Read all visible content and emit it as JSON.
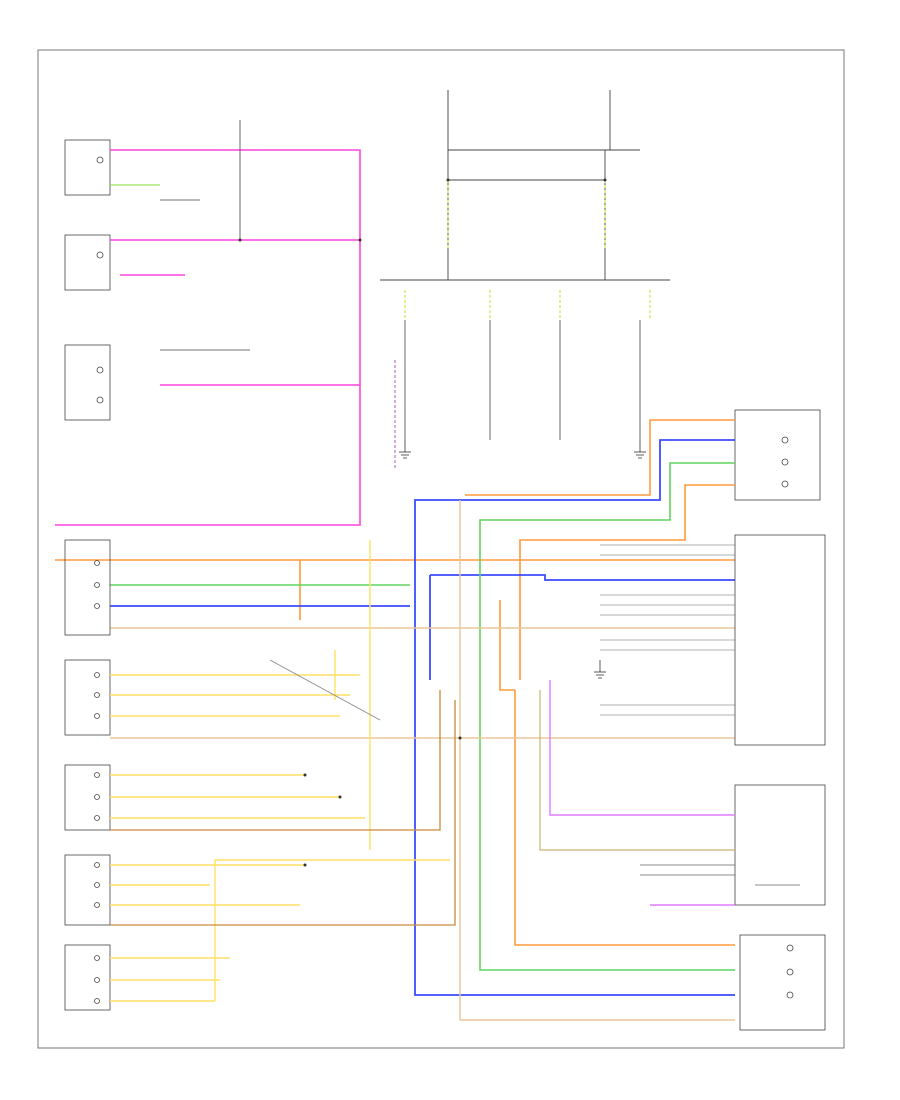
{
  "diagram": {
    "title": "",
    "footer_left": "",
    "colors": {
      "pink": "#ff44dd",
      "orange": "#ff9a3c",
      "green": "#5fd35f",
      "blue": "#3b4cff",
      "yellow": "#ffe066",
      "tan": "#e8c79a",
      "violet": "#e07cff",
      "limegreen": "#c6e84a",
      "gray": "#9a9a9a",
      "black": "#333333"
    },
    "components": [
      {
        "id": "front-pass-puddle-lamp",
        "label": ""
      },
      {
        "id": "rear-pass-puddle-lamp",
        "label": ""
      },
      {
        "id": "high-mount-stop-lamp",
        "label": ""
      },
      {
        "id": "left-tail-lamp",
        "label": ""
      },
      {
        "id": "right-tail-lamp",
        "label": ""
      },
      {
        "id": "left-rear-sidemarker",
        "label": ""
      },
      {
        "id": "right-front-sidemarker",
        "label": ""
      },
      {
        "id": "right-rear-sidemarker",
        "label": ""
      },
      {
        "id": "left-rear-sidemarker-2",
        "label": ""
      },
      {
        "id": "rear-lamp-module",
        "label": ""
      },
      {
        "id": "cigar-lighter-switch",
        "label": ""
      },
      {
        "id": "license-lamp",
        "label": ""
      },
      {
        "id": "stop-lamp-switch",
        "label": ""
      }
    ]
  }
}
